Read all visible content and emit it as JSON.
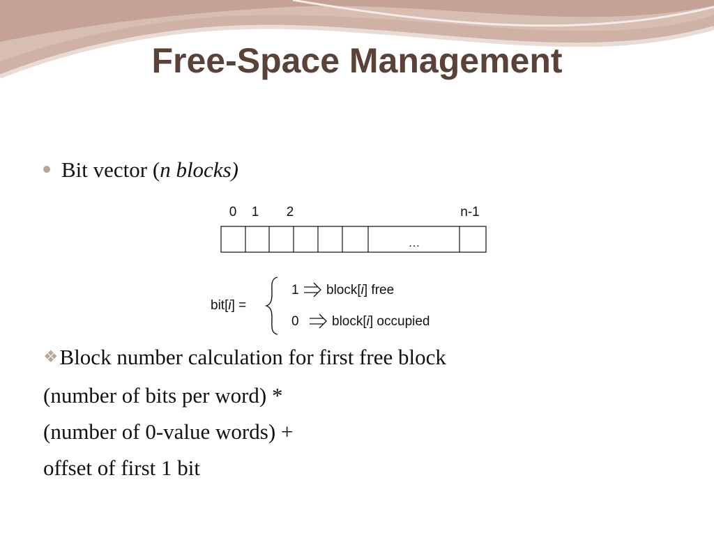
{
  "slide": {
    "title": "Free-Space Management",
    "bullet": {
      "prefix": "Bit vector (",
      "emphasis": "n blocks)"
    },
    "figure": {
      "index_labels": [
        "0",
        "1",
        "2",
        "n-1"
      ],
      "ellipsis": "…",
      "bit_label_prefix": "bit[",
      "bit_label_index": "i",
      "bit_label_suffix": "] =",
      "cases": [
        {
          "value": "1",
          "text_prefix": "block[",
          "index": "i",
          "text_suffix": "] free"
        },
        {
          "value": "0",
          "text_prefix": "block[",
          "index": "i",
          "text_suffix": "] occupied"
        }
      ]
    },
    "calculation": {
      "marker": "❖",
      "heading": "Block number calculation for first free block",
      "lines": [
        "(number of bits per word) *",
        "(number of 0-value words) +",
        "offset of first 1 bit"
      ]
    },
    "colors": {
      "title": "#5a4238",
      "accent": "#b7a79a",
      "swoosh": "#c9a79c"
    }
  }
}
